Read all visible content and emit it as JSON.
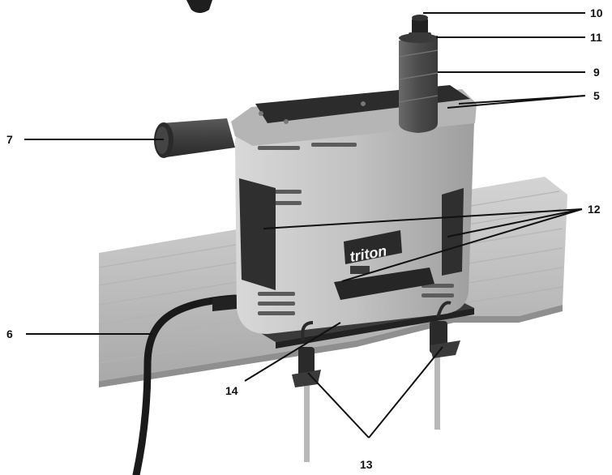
{
  "callouts": {
    "c10": "10",
    "c11": "11",
    "c9": "9",
    "c5": "5",
    "c7": "7",
    "c12": "12",
    "c6": "6",
    "c14": "14",
    "c13": "13"
  },
  "tool": {
    "brand_logo": "triton"
  },
  "colors": {
    "body_light": "#c9c9c9",
    "body_dark": "#2e2e2e",
    "board": "#bdbdbd",
    "drum": "#5a5a5a",
    "leader": "#111111"
  }
}
